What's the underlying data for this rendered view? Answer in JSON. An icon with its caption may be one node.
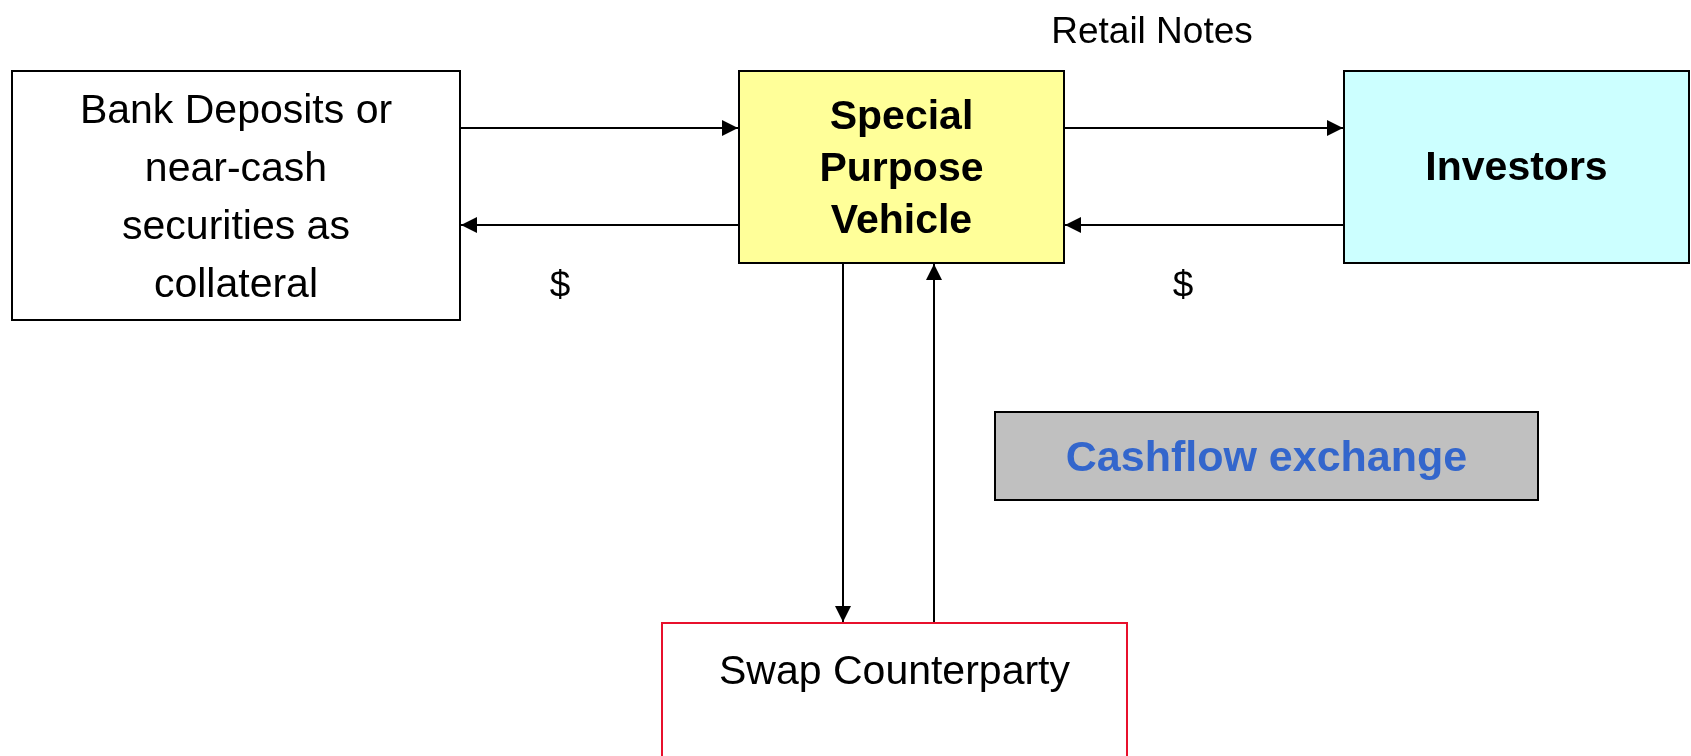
{
  "diagram": {
    "nodes": [
      {
        "text": [
          "Bank Deposits or near-cash securities as collateral"
        ]
      },
      {
        "text": [
          "Special Purpose Vehicle"
        ]
      },
      {
        "text": [
          "Investors"
        ]
      },
      {
        "text": [
          "Cashflow exchange"
        ]
      },
      {
        "text": [
          "Swap Counterparty"
        ]
      }
    ],
    "edges": [
      {
        "from": 0,
        "to": 1,
        "arrow": "to"
      },
      {
        "from": 1,
        "to": 0,
        "arrow": "to",
        "label": "$"
      },
      {
        "from": 1,
        "to": 2,
        "arrow": "to",
        "label": "Retail Notes"
      },
      {
        "from": 2,
        "to": 1,
        "arrow": "to",
        "label": "$"
      },
      {
        "from": 1,
        "to": 4,
        "arrow": "to"
      },
      {
        "from": 4,
        "to": 1,
        "arrow": "to"
      }
    ]
  }
}
